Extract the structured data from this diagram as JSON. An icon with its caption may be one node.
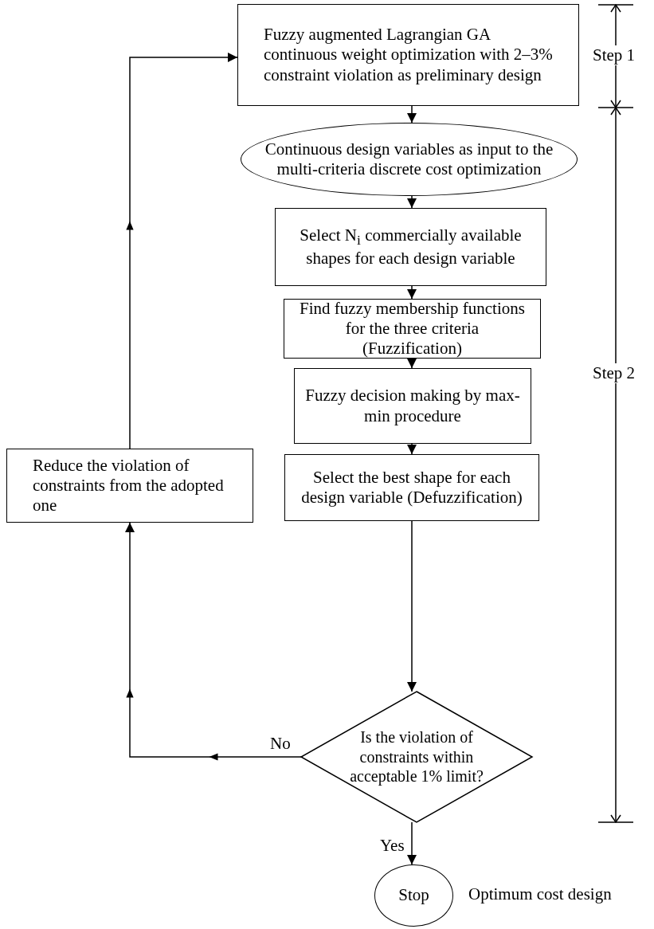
{
  "diagram": {
    "nodes": [
      {
        "text": [
          "Fuzzy augmented Lagrangian GA continuous weight optimization with 2–3% constraint violation as preliminary design"
        ]
      },
      {
        "text": [
          "Continuous design variables as input to the multi-criteria discrete cost optimization"
        ]
      },
      {
        "text": [
          "Select N$_{i}$ commercially available shapes for each design variable"
        ]
      },
      {
        "text": [
          "Find fuzzy membership functions for the three criteria (Fuzzification)"
        ]
      },
      {
        "text": [
          "Fuzzy decision making by max-min procedure"
        ]
      },
      {
        "text": [
          "Select the best shape for each design variable (Defuzzification)"
        ]
      },
      {
        "text": [
          "Is the violation of constraints within acceptable 1% limit?"
        ]
      },
      {
        "text": [
          "Stop"
        ],
        "beside": [
          "Optimum cost design"
        ]
      },
      {
        "text": [
          "Reduce the violation of constraints from the adopted one"
        ]
      }
    ],
    "edges": [
      {
        "from": 0,
        "to": 1,
        "arrow": "to"
      },
      {
        "from": 1,
        "to": 2,
        "arrow": "to"
      },
      {
        "from": 2,
        "to": 3,
        "arrow": "to"
      },
      {
        "from": 3,
        "to": 4,
        "arrow": "to"
      },
      {
        "from": 4,
        "to": 5,
        "arrow": "to"
      },
      {
        "from": 5,
        "to": 6,
        "arrow": "to"
      },
      {
        "from": 6,
        "to": 7,
        "arrow": "to",
        "label": "Yes"
      },
      {
        "from": 6,
        "to": 8,
        "arrow": "to",
        "label": "No"
      },
      {
        "from": 8,
        "to": 0,
        "arrow": "to"
      }
    ],
    "labels": [
      "Step 1",
      "Step 2"
    ]
  }
}
